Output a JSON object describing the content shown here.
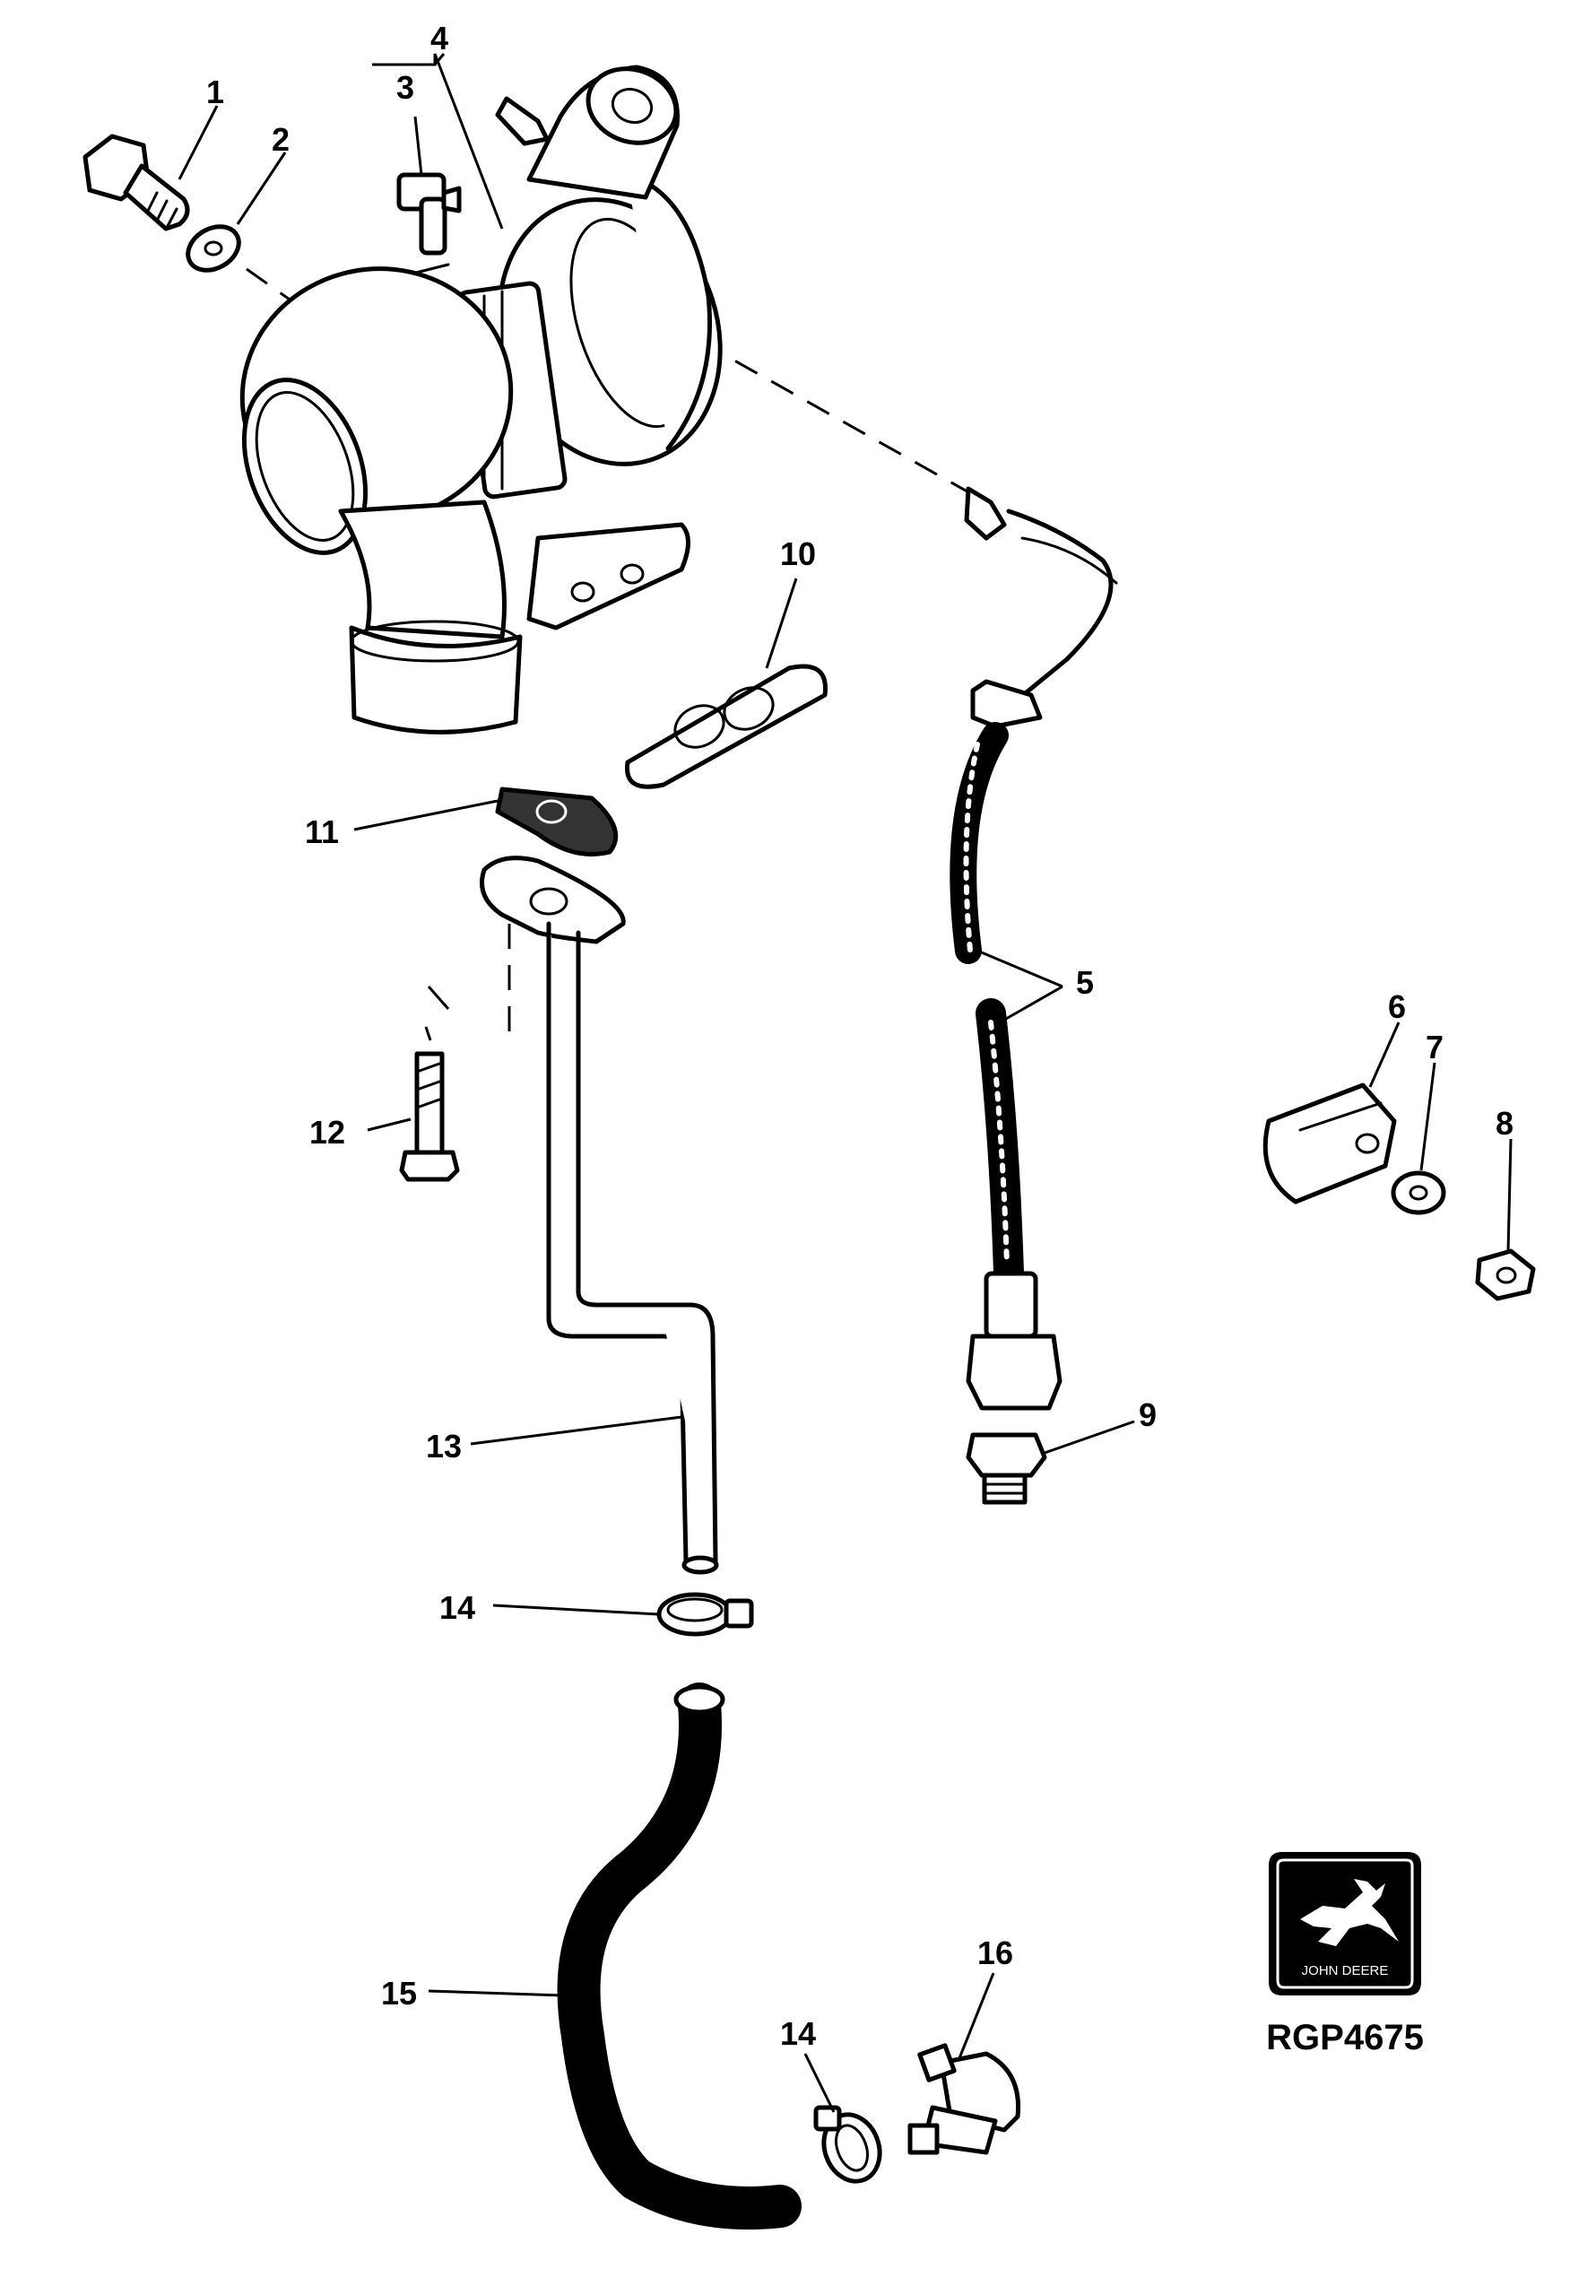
{
  "callouts": {
    "c1": "1",
    "c2": "2",
    "c3": "3",
    "c4": "4",
    "c5": "5",
    "c6": "6",
    "c7": "7",
    "c8": "8",
    "c9": "9",
    "c10": "10",
    "c11": "11",
    "c12": "12",
    "c13": "13",
    "c14a": "14",
    "c14b": "14",
    "c15": "15",
    "c16": "16"
  },
  "figure_code": "RGP4675",
  "logo": {
    "brand": "JOHN DEERE"
  },
  "colors": {
    "ink": "#000000",
    "paper": "#ffffff"
  }
}
